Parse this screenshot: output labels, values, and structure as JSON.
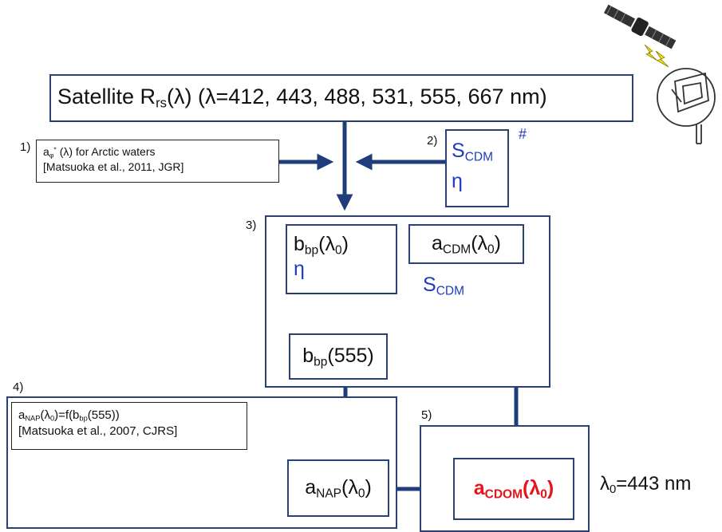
{
  "satellite": {
    "prefix": "Satellite R",
    "sub": "rs",
    "suffix": "(λ) (λ=412, 443, 488, 531, 555, 667 nm)"
  },
  "step1": {
    "num": "1)",
    "a": "a",
    "a_sub": "φ",
    "a_sup": "*",
    "text": "(λ) for Arctic waters",
    "ref": "[Matsuoka et al., 2011, JGR]"
  },
  "step2": {
    "num": "2)",
    "s": "S",
    "s_sub": "CDM",
    "eta": "η",
    "hash": "#"
  },
  "step3": {
    "num": "3)",
    "bbp_b": "b",
    "bbp_sub": "bp",
    "bbp_mid": "(λ",
    "bbp_zero": "0",
    "bbp_end": ")",
    "eta": "η",
    "acdm_a": "a",
    "acdm_sub": "CDM",
    "acdm_mid": "(λ",
    "acdm_zero": "0",
    "acdm_end": ")",
    "scdm_s": "S",
    "scdm_sub": "CDM",
    "b555_b": "b",
    "b555_sub": "bp",
    "b555_end": "(555)"
  },
  "step4": {
    "num": "4)",
    "a": "a",
    "a_sub": "NAP",
    "mid1": "(λ",
    "zero": "0",
    "mid2": ")=f(b",
    "b_sub": "bp",
    "end": "(555))",
    "ref": "[Matsuoka et al., 2007, CJRS]",
    "anap_a": "a",
    "anap_sub": "NAP",
    "anap_mid": "(λ",
    "anap_zero": "0",
    "anap_end": ")"
  },
  "step5": {
    "num": "5)",
    "a": "a",
    "a_sub": "CDOM",
    "mid": "(λ",
    "zero": "0",
    "end": ")"
  },
  "lambda_note": {
    "l": "λ",
    "zero": "0",
    "rest": "=443 nm"
  },
  "colors": {
    "arrow": "#1f3d7a",
    "box_border": "#2a4174",
    "accent_blue": "#1f3bbd",
    "result_red": "#e3161b"
  },
  "icons": [
    "satellite-icon",
    "lightning-icon",
    "sensor-icon"
  ]
}
